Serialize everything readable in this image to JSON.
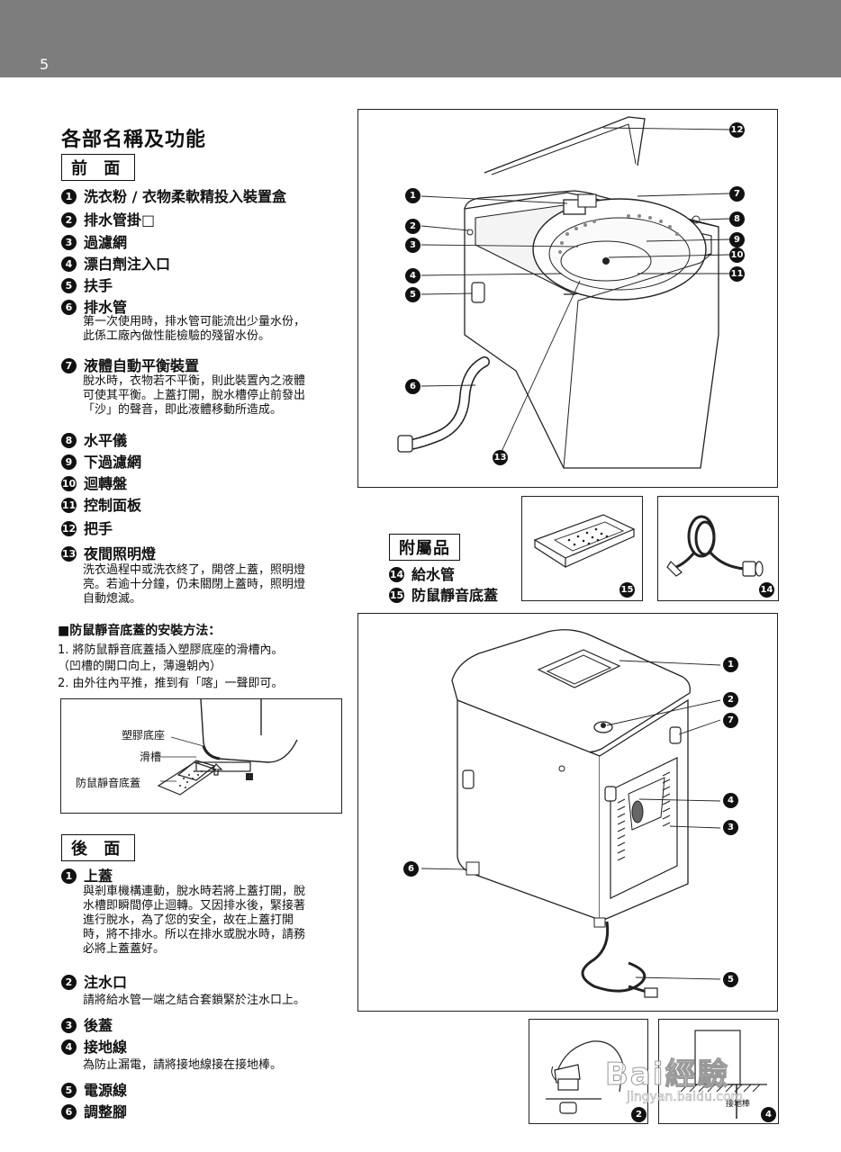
{
  "page_number": "5",
  "title": "各部名稱及功能",
  "front": {
    "label": "前 面",
    "items": [
      {
        "n": "1",
        "name": "洗衣粉 / 衣物柔軟精投入裝置盒"
      },
      {
        "n": "2",
        "name": "排水管掛□"
      },
      {
        "n": "3",
        "name": "過濾網"
      },
      {
        "n": "4",
        "name": "漂白劑注入口"
      },
      {
        "n": "5",
        "name": "扶手"
      },
      {
        "n": "6",
        "name": "排水管",
        "desc": [
          "第一次使用時，排水管可能流出少量水份，",
          "此係工廠內做性能檢驗的殘留水份。"
        ]
      },
      {
        "n": "7",
        "name": "液體自動平衡裝置",
        "desc": [
          "脫水時，衣物若不平衡，則此裝置內之液體",
          "可使其平衡。上蓋打開，脫水槽停止前發出",
          "「沙」的聲音，即此液體移動所造成。"
        ]
      },
      {
        "n": "8",
        "name": "水平儀"
      },
      {
        "n": "9",
        "name": "下過濾網"
      },
      {
        "n": "10",
        "name": "迴轉盤"
      },
      {
        "n": "11",
        "name": "控制面板"
      },
      {
        "n": "12",
        "name": "把手"
      },
      {
        "n": "13",
        "name": "夜間照明燈",
        "desc": [
          "洗衣過程中或洗衣終了，開啓上蓋，照明燈",
          "亮。若逾十分鐘，仍未關閉上蓋時，照明燈",
          "自動熄滅。"
        ]
      }
    ]
  },
  "install": {
    "heading": "■防鼠靜音底蓋的安裝方法：",
    "steps": [
      "1.  將防鼠靜音底蓋插入塑膠底座的滑槽內。",
      "     （凹槽的開口向上，薄邊朝內）",
      "2.  由外往內平推，推到有「喀」一聲即可。"
    ],
    "labels": {
      "base": "塑膠底座",
      "slot": "滑槽",
      "cover": "防鼠靜音底蓋"
    }
  },
  "accessories": {
    "label": "附屬品",
    "items": [
      {
        "n": "14",
        "name": "給水管"
      },
      {
        "n": "15",
        "name": "防鼠靜音底蓋"
      }
    ]
  },
  "back": {
    "label": "後 面",
    "items": [
      {
        "n": "1",
        "name": "上蓋",
        "desc": [
          "與剎車機構連動，脫水時若將上蓋打開，脫",
          "水槽即瞬間停止迴轉。又因排水後，緊接著",
          "進行脫水，為了您的安全，故在上蓋打開",
          "時，將不排水。所以在排水或脫水時，請務",
          "必將上蓋蓋好。"
        ]
      },
      {
        "n": "2",
        "name": "注水口",
        "desc": [
          "請將給水管一端之結合套鎖緊於注水口上。"
        ]
      },
      {
        "n": "3",
        "name": "後蓋"
      },
      {
        "n": "4",
        "name": "接地線",
        "desc": [
          "為防止漏電，請將接地線接在接地棒。"
        ]
      },
      {
        "n": "5",
        "name": "電源線"
      },
      {
        "n": "6",
        "name": "調整腳"
      }
    ]
  },
  "figure_front_callouts": [
    "12",
    "1",
    "7",
    "2",
    "8",
    "3",
    "9",
    "10",
    "4",
    "11",
    "5",
    "6",
    "13"
  ],
  "figure_back_callouts": [
    "1",
    "2",
    "7",
    "4",
    "3",
    "6",
    "5"
  ],
  "ground_label": "接地棒",
  "watermark": {
    "main": "Bai",
    "sub": "jingyan.baidu.com",
    "brand": "經驗"
  }
}
